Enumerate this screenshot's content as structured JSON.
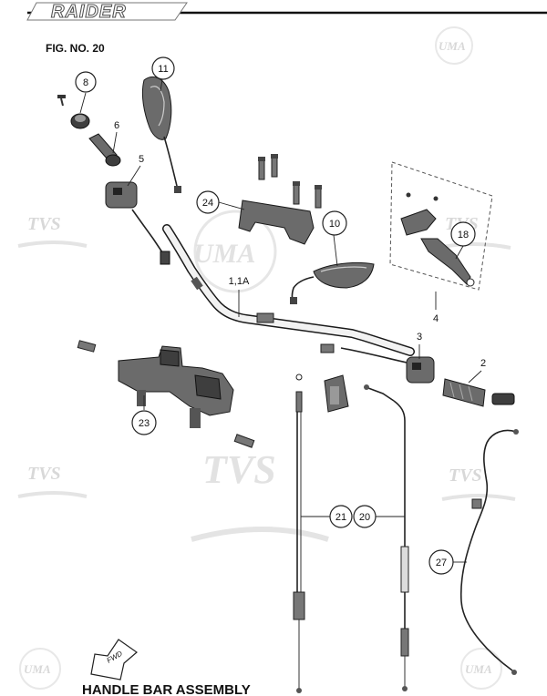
{
  "header": {
    "brand_logo_text": "RAIDER",
    "figure_label": "FIG. NO. 20"
  },
  "footer": {
    "title": "HANDLE BAR ASSEMBLY",
    "direction_label": "FWD"
  },
  "watermarks": {
    "brand": "TVS",
    "studio": "UMA"
  },
  "callouts": [
    {
      "id": "callout-8",
      "label": "8"
    },
    {
      "id": "callout-6",
      "label": "6"
    },
    {
      "id": "callout-5",
      "label": "5"
    },
    {
      "id": "callout-11",
      "label": "11"
    },
    {
      "id": "callout-24",
      "label": "24"
    },
    {
      "id": "callout-10",
      "label": "10"
    },
    {
      "id": "callout-18",
      "label": "18"
    },
    {
      "id": "callout-4",
      "label": "4"
    },
    {
      "id": "callout-1-1a",
      "label": "1,1A"
    },
    {
      "id": "callout-3",
      "label": "3"
    },
    {
      "id": "callout-2",
      "label": "2"
    },
    {
      "id": "callout-23",
      "label": "23"
    },
    {
      "id": "callout-21",
      "label": "21"
    },
    {
      "id": "callout-20",
      "label": "20"
    },
    {
      "id": "callout-27",
      "label": "27"
    }
  ]
}
